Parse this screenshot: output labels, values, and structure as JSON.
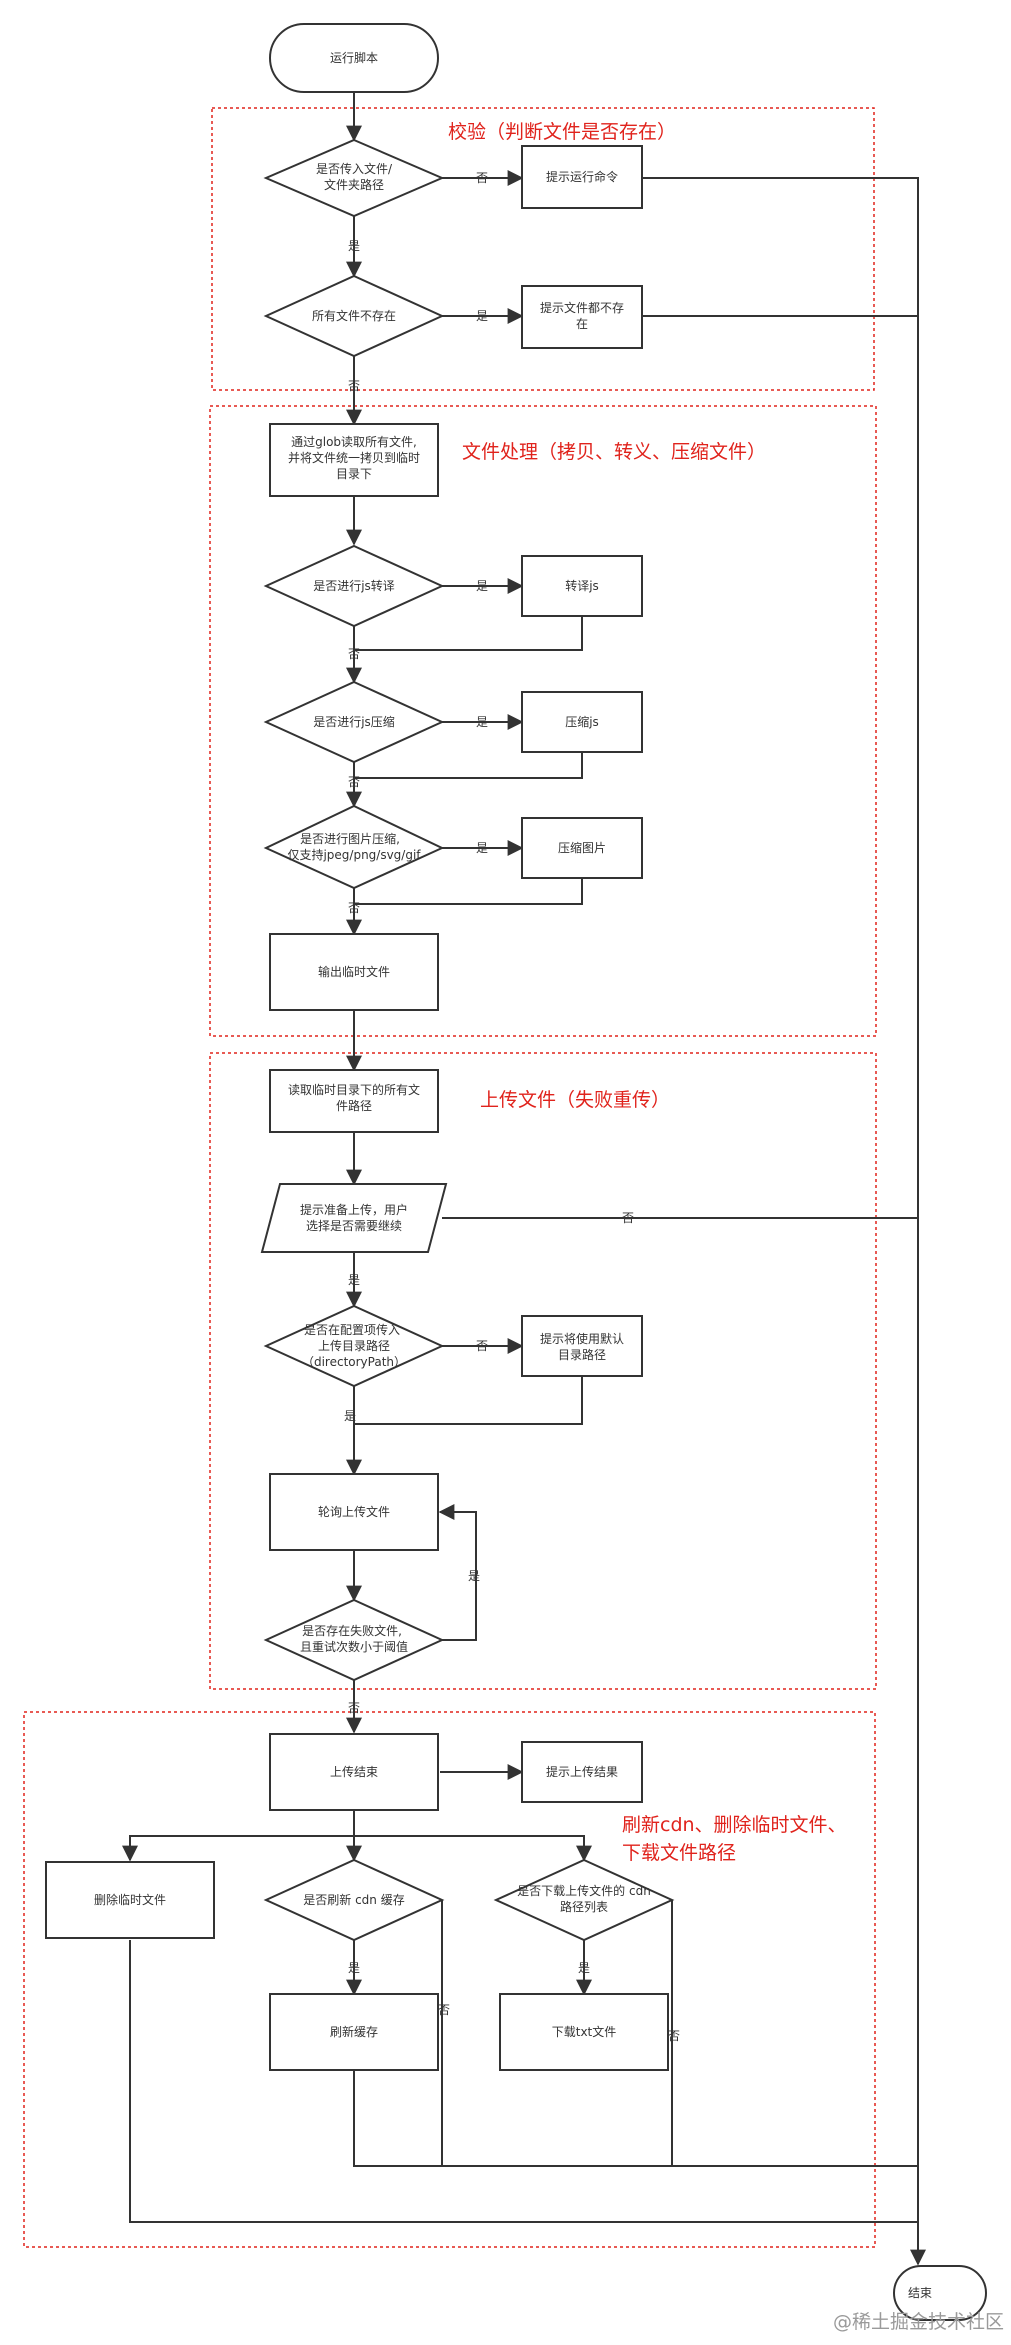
{
  "groups": {
    "validate": "校验（判断文件是否存在）",
    "process": "文件处理（拷贝、转义、压缩文件）",
    "upload": "上传文件（失败重传）",
    "finish_1": "刷新cdn、删除临时文件、",
    "finish_2": "下载文件路径"
  },
  "nodes": {
    "start": "运行脚本",
    "has_path_1": "是否传入文件/",
    "has_path_2": "文件夹路径",
    "prompt_cmd": "提示运行命令",
    "all_missing": "所有文件不存在",
    "prompt_missing_1": "提示文件都不存",
    "prompt_missing_2": "在",
    "glob_1": "通过glob读取所有文件,",
    "glob_2": "并将文件统一拷贝到临时",
    "glob_3": "目录下",
    "q_transpile": "是否进行js转译",
    "transpile": "转译js",
    "q_minify": "是否进行js压缩",
    "minify": "压缩js",
    "q_img_1": "是否进行图片压缩,",
    "q_img_2": "仅支持jpeg/png/svg/gif",
    "img": "压缩图片",
    "output_tmp": "输出临时文件",
    "read_tmp_1": "读取临时目录下的所有文",
    "read_tmp_2": "件路径",
    "confirm_1": "提示准备上传，用户",
    "confirm_2": "选择是否需要继续",
    "q_dir_1": "是否在配置项传入",
    "q_dir_2": "上传目录路径",
    "q_dir_3": "（directoryPath）",
    "default_dir_1": "提示将使用默认",
    "default_dir_2": "目录路径",
    "poll_upload": "轮询上传文件",
    "q_retry_1": "是否存在失败文件,",
    "q_retry_2": "且重试次数小于阈值",
    "upload_done": "上传结束",
    "upload_result": "提示上传结果",
    "delete_tmp": "删除临时文件",
    "q_cdn": "是否刷新 cdn 缓存",
    "refresh_cache": "刷新缓存",
    "q_download_1": "是否下载上传文件的 cdn",
    "q_download_2": "路径列表",
    "download_txt": "下载txt文件",
    "end": "结束"
  },
  "edges": {
    "yes": "是",
    "no": "否"
  },
  "watermark": "@稀土掘金技术社区",
  "colors": {
    "stroke": "#333333",
    "group_border": "#e0231c",
    "group_label": "#e0231c"
  }
}
